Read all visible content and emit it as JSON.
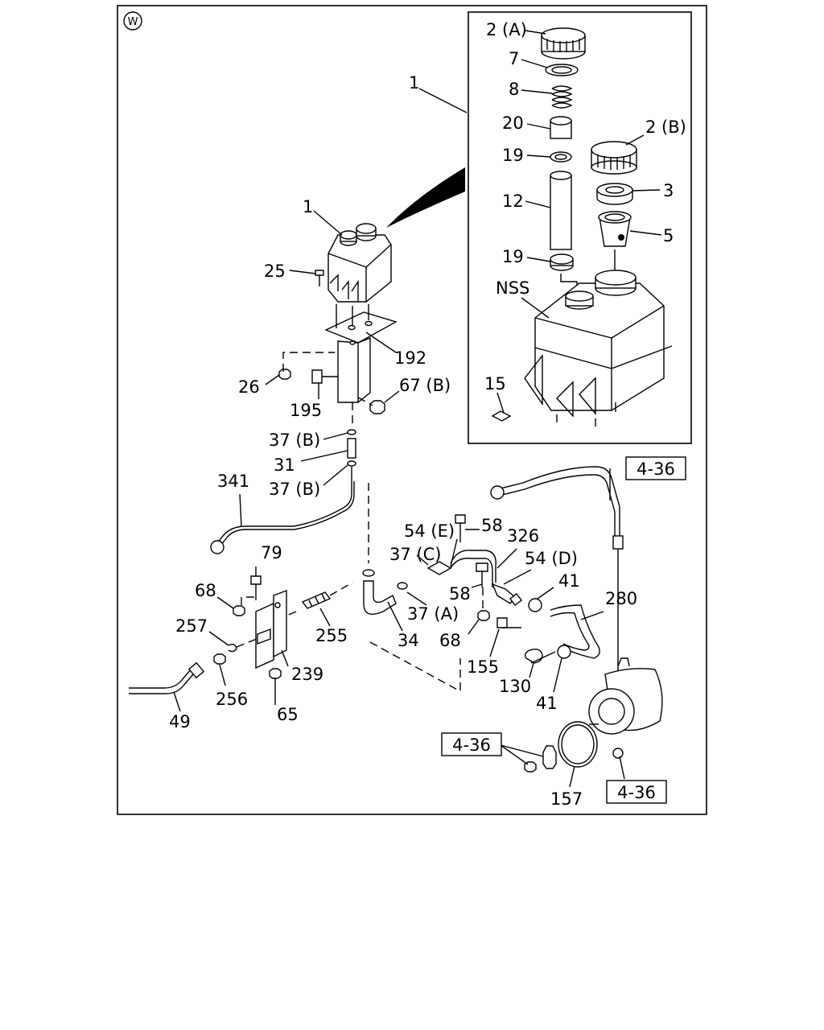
{
  "marker": "W",
  "labels": {
    "l_2a": "2 (A)",
    "l_7": "7",
    "l_8": "8",
    "l_20": "20",
    "l_2b": "2 (B)",
    "l_19a": "19",
    "l_3": "3",
    "l_12": "12",
    "l_5": "5",
    "l_19b": "19",
    "l_nss": "NSS",
    "l_15": "15",
    "l_1a": "1",
    "l_1b": "1",
    "l_25": "25",
    "l_192": "192",
    "l_26": "26",
    "l_195": "195",
    "l_67b": "67 (B)",
    "l_37b1": "37 (B)",
    "l_31": "31",
    "l_37b2": "37 (B)",
    "l_341": "341",
    "l_436a": "4-36",
    "l_54e": "54 (E)",
    "l_58a": "58",
    "l_326": "326",
    "l_54d": "54 (D)",
    "l_37c": "37 (C)",
    "l_79": "79",
    "l_68a": "68",
    "l_58b": "58",
    "l_41a": "41",
    "l_280": "280",
    "l_257": "257",
    "l_255": "255",
    "l_37a": "37 (A)",
    "l_34": "34",
    "l_68b": "68",
    "l_155": "155",
    "l_239": "239",
    "l_130": "130",
    "l_256": "256",
    "l_41b": "41",
    "l_65": "65",
    "l_49": "49",
    "l_436b": "4-36",
    "l_157": "157",
    "l_436c": "4-36"
  }
}
